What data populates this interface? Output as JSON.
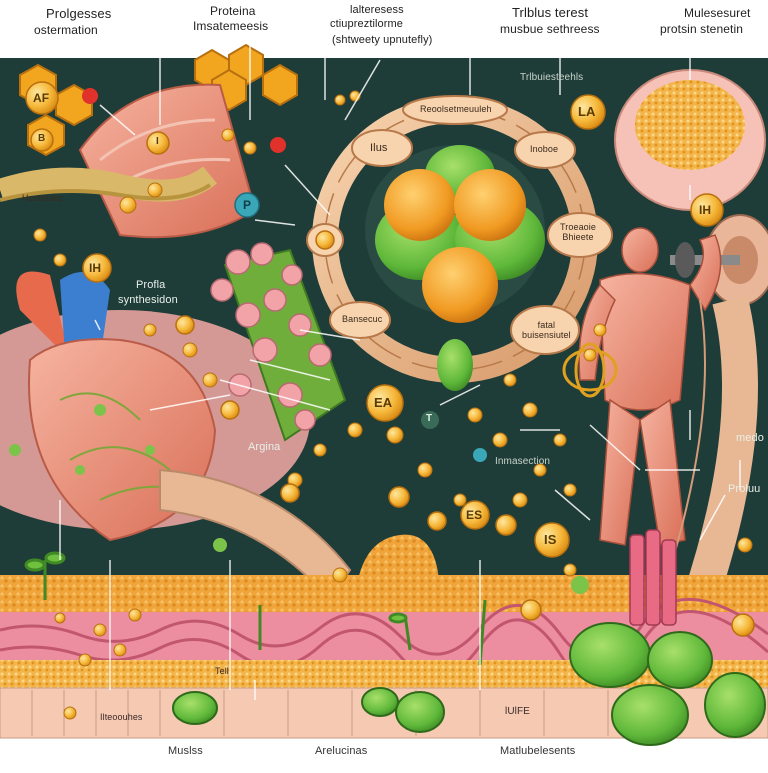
{
  "header": {
    "top_left_1": "Prolgesses",
    "top_left_2": "ostermation",
    "top_mid_1": "Proteina",
    "top_mid_2": "Imsatemeesis",
    "top_center_1": "lalteresess",
    "top_center_2": "ctiupreztilorme",
    "top_center_3": "(shtweety upnutefly)",
    "top_right_1": "Trlblus terest",
    "top_right_2": "musbue sethreess",
    "top_far_right_1": "Mulesesuret",
    "top_far_right_2": "protsin stenetin"
  },
  "labels": {
    "tribulus_top": "Trlbuiesteehls",
    "ring_top": "Reoolsetmeuuleh",
    "ring_left_node": "Ilus",
    "ring_right_node": "Inoboe",
    "ring_right_lower": "Troeaoie\nBhieete",
    "ring_left_lower": "Bansecuc",
    "ring_right_bottom": "fatal\nbuisensiutel",
    "left_tag": "Hcutotaliz",
    "protein_synthesis_1": "Profla",
    "protein_synthesis_2": "synthesidon",
    "argina": "Argina",
    "immersion": "Inmasection",
    "medo": "medo",
    "protein_right": "Proluu",
    "muscles_bottom": "Muslss",
    "arelucinas": "Arelucinas",
    "matabolesents": "Matlubelesents",
    "belt_1": "Ilteoouhes",
    "belt_2": "lUlFE",
    "belt_3": "Tell"
  },
  "beads": {
    "af": "AF",
    "b_left": "B",
    "i_one": "I",
    "p_blue": "P",
    "ih_left": "IH",
    "la": "LA",
    "ih_right": "IH",
    "ea": "EA",
    "es": "ES",
    "is": "IS",
    "t_small": "T"
  },
  "colors": {
    "dark_panel": "#1f3d38",
    "bead_orange": "#f2a51f",
    "bead_gold": "#f6c54b",
    "muscle_pink": "#e98c7a",
    "ring_tan": "#e7b98f",
    "leaf_green": "#5fb83a",
    "ground_orange": "#f0a43a"
  }
}
